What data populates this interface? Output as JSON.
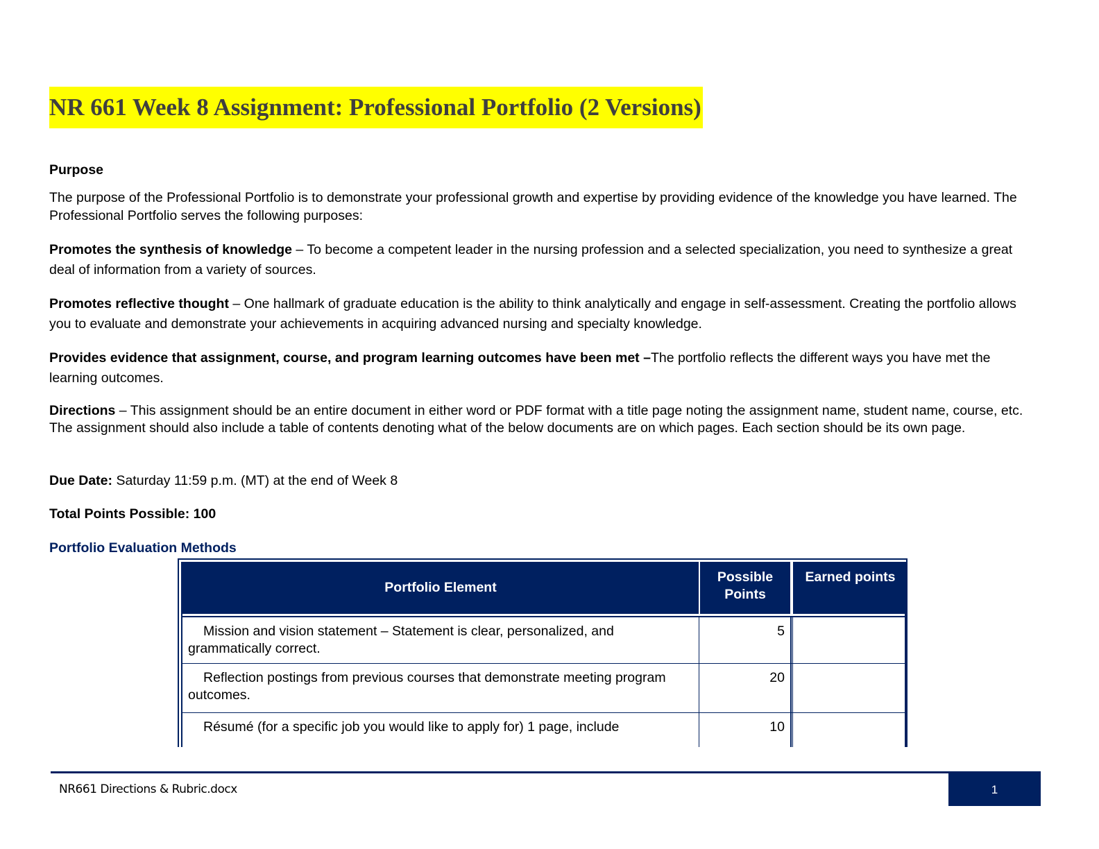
{
  "document": {
    "title": "NR 661 Week 8 Assignment: Professional Portfolio (2 Versions)",
    "purpose_heading": "Purpose",
    "purpose_text": "The purpose of the Professional Portfolio is to demonstrate your professional growth and expertise by providing evidence of the knowledge you have learned. The Professional Portfolio serves the following purposes:",
    "synthesis_label": "Promotes the synthesis of knowledge",
    "synthesis_text": " – To become a competent leader in the nursing profession and a selected specialization, you need to synthesize a great deal of information from a variety of sources.",
    "reflective_label": "Promotes reflective thought",
    "reflective_text": " – One hallmark of graduate education is the ability to think analytically and engage in self-assessment. Creating the portfolio allows you to evaluate and demonstrate your achievements in acquiring advanced nursing and specialty knowledge.",
    "evidence_label": "Provides evidence that assignment, course, and program learning outcomes have been met –",
    "evidence_text": "The portfolio reflects the different ways you have met the learning outcomes.",
    "directions_label": "Directions",
    "directions_text": " – This assignment should be an entire document in either word or PDF format with a title page noting the assignment name, student name, course, etc.  The assignment should also include a table of contents denoting what of the below documents are on which pages.  Each section should be its own page.",
    "due_label": "Due Date:",
    "due_text": " Saturday 11:59 p.m. (MT) at the end of Week 8",
    "total_points": "Total Points Possible:  100",
    "section_title": "Portfolio Evaluation Methods"
  },
  "table": {
    "headers": {
      "element": "Portfolio Element",
      "possible": "Possible Points",
      "earned": "Earned points"
    },
    "rows": [
      {
        "element": "Mission and vision statement – Statement is clear, personalized, and grammatically correct.",
        "points": "5",
        "earned": ""
      },
      {
        "element": "Reflection postings from previous courses that demonstrate meeting program outcomes.",
        "points": "20",
        "earned": ""
      },
      {
        "element": "Résumé (for a specific job you would like to apply for) 1 page, include",
        "points": "10",
        "earned": ""
      }
    ]
  },
  "footer": {
    "filename": "NR661  Directions & Rubric.docx",
    "page_number": "1"
  },
  "colors": {
    "navy": "#002060",
    "highlight": "#ffff00",
    "title_text": "#3f3f3f"
  }
}
